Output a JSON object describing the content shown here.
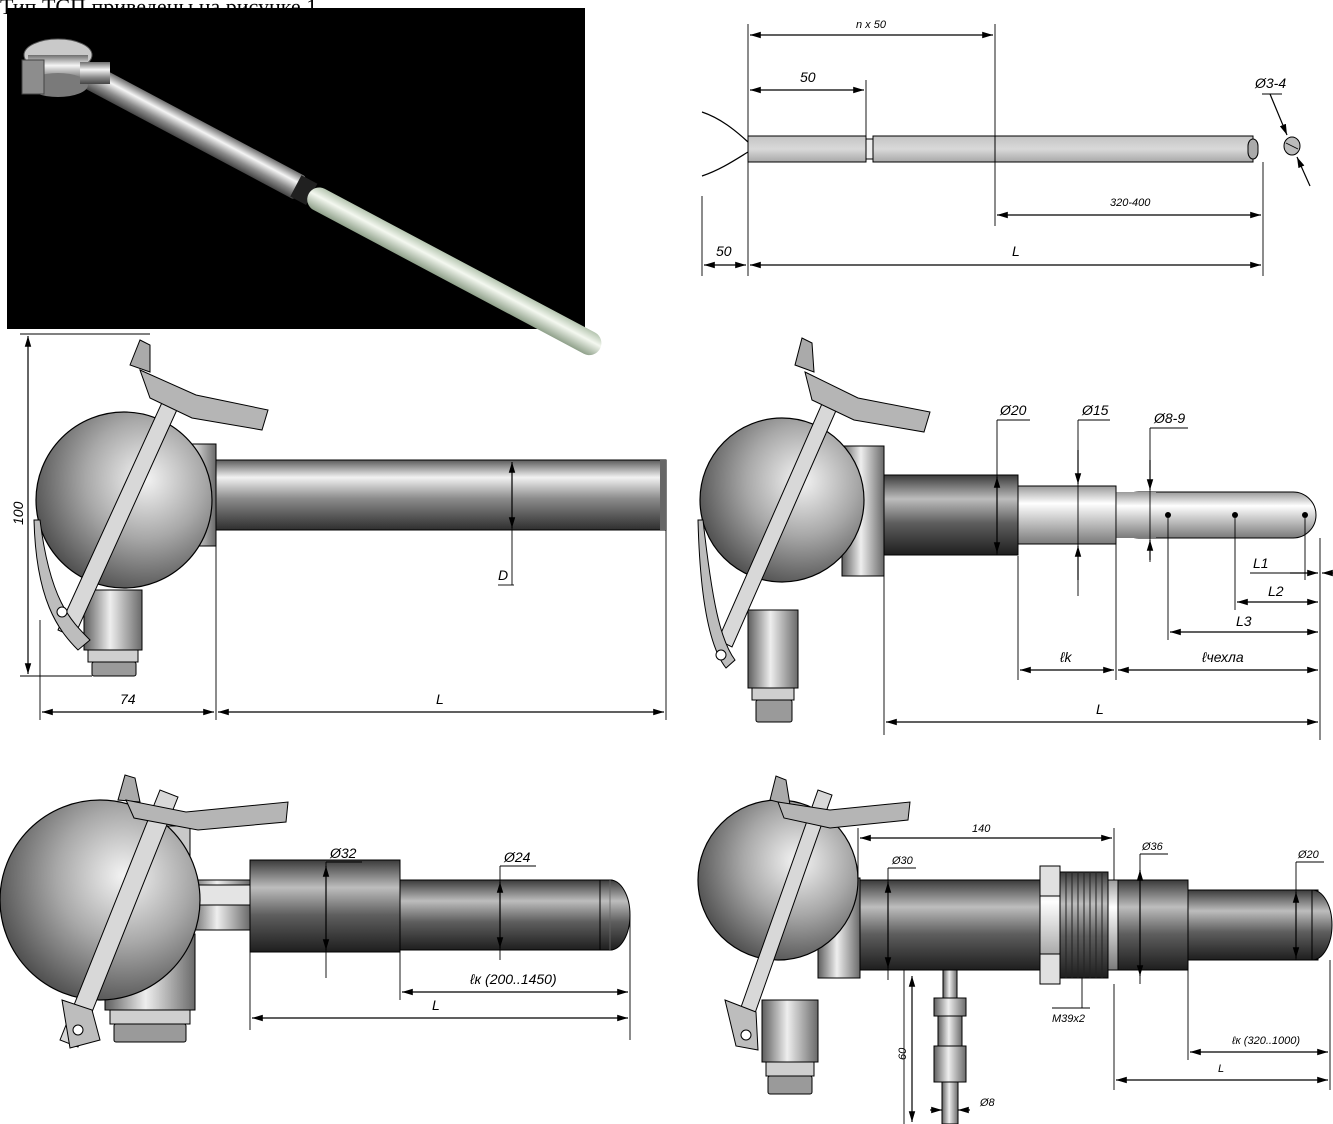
{
  "caption": "Тип ТСП приведены на рисунке 1.",
  "colors": {
    "photo_background": "#000000",
    "steel": "#b8b8b8",
    "ceramic": "#cfd8c6",
    "line": "#000000"
  },
  "top_right": {
    "n_x_50": "n x 50",
    "fifty": "50",
    "diameter": "Ø3-4",
    "range": "320-400",
    "lead": "50",
    "total": "L"
  },
  "mid_left": {
    "height": "100",
    "width": "74",
    "length": "L",
    "diameter": "D"
  },
  "mid_right": {
    "d20": "Ø20",
    "d15": "Ø15",
    "d8_9": "Ø8-9",
    "l1": "L1",
    "l2": "L2",
    "l3": "L3",
    "lk": "ℓk",
    "l_sheath": "ℓчехла",
    "total": "L"
  },
  "bottom_left": {
    "d32": "Ø32",
    "d24": "Ø24",
    "lk": "ℓк (200..1450)",
    "total": "L"
  },
  "bottom_right": {
    "len140": "140",
    "d30": "Ø30",
    "d36": "Ø36",
    "d20": "Ø20",
    "thread": "M39x2",
    "h60": "60",
    "d8": "Ø8",
    "lk": "ℓк (320..1000)",
    "total": "L"
  }
}
